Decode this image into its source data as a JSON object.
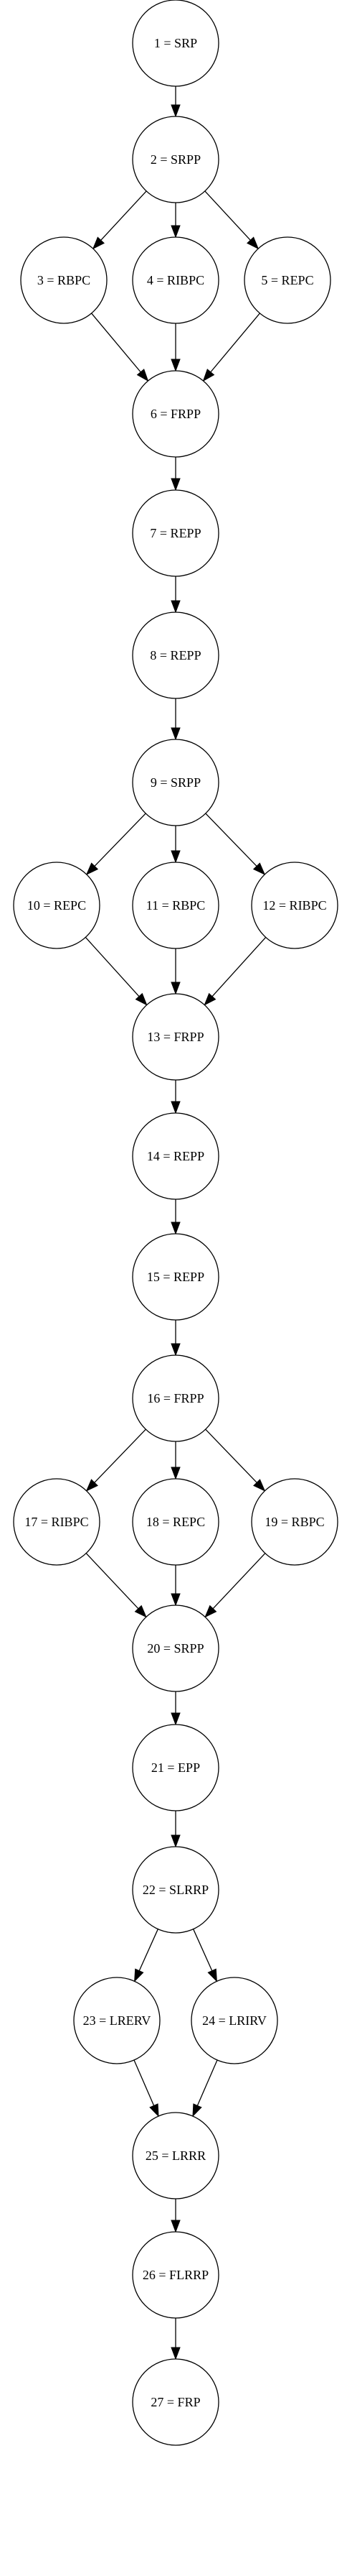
{
  "diagram": {
    "type": "directed-graph",
    "colors": {
      "stroke": "#000000",
      "fill": "#ffffff",
      "text": "#000000"
    },
    "nodes": [
      {
        "id": "n1",
        "label": "1 = SRP"
      },
      {
        "id": "n2",
        "label": "2 = SRPP"
      },
      {
        "id": "n3",
        "label": "3 = RBPC"
      },
      {
        "id": "n4",
        "label": "4 = RIBPC"
      },
      {
        "id": "n5",
        "label": "5 = REPC"
      },
      {
        "id": "n6",
        "label": "6 = FRPP"
      },
      {
        "id": "n7",
        "label": "7 = REPP"
      },
      {
        "id": "n8",
        "label": "8 = REPP"
      },
      {
        "id": "n9",
        "label": "9 = SRPP"
      },
      {
        "id": "n10",
        "label": "10 = REPC"
      },
      {
        "id": "n11",
        "label": "11 = RBPC"
      },
      {
        "id": "n12",
        "label": "12 = RIBPC"
      },
      {
        "id": "n13",
        "label": "13 = FRPP"
      },
      {
        "id": "n14",
        "label": "14 = REPP"
      },
      {
        "id": "n15",
        "label": "15 = REPP"
      },
      {
        "id": "n16",
        "label": "16 = FRPP"
      },
      {
        "id": "n17",
        "label": "17 = RIBPC"
      },
      {
        "id": "n18",
        "label": "18 = REPC"
      },
      {
        "id": "n19",
        "label": "19 = RBPC"
      },
      {
        "id": "n20",
        "label": "20 = SRPP"
      },
      {
        "id": "n21",
        "label": "21 = EPP"
      },
      {
        "id": "n22",
        "label": "22 = SLRRP"
      },
      {
        "id": "n23",
        "label": "23 = LRERV"
      },
      {
        "id": "n24",
        "label": "24 = LRIRV"
      },
      {
        "id": "n25",
        "label": "25 = LRRR"
      },
      {
        "id": "n26",
        "label": "26 = FLRRP"
      },
      {
        "id": "n27",
        "label": "27 = FRP"
      }
    ],
    "edges": [
      {
        "from": "n1",
        "to": "n2"
      },
      {
        "from": "n2",
        "to": "n3"
      },
      {
        "from": "n2",
        "to": "n4"
      },
      {
        "from": "n2",
        "to": "n5"
      },
      {
        "from": "n3",
        "to": "n6"
      },
      {
        "from": "n4",
        "to": "n6"
      },
      {
        "from": "n5",
        "to": "n6"
      },
      {
        "from": "n6",
        "to": "n7"
      },
      {
        "from": "n7",
        "to": "n8"
      },
      {
        "from": "n8",
        "to": "n9"
      },
      {
        "from": "n9",
        "to": "n10"
      },
      {
        "from": "n9",
        "to": "n11"
      },
      {
        "from": "n9",
        "to": "n12"
      },
      {
        "from": "n10",
        "to": "n13"
      },
      {
        "from": "n11",
        "to": "n13"
      },
      {
        "from": "n12",
        "to": "n13"
      },
      {
        "from": "n13",
        "to": "n14"
      },
      {
        "from": "n14",
        "to": "n15"
      },
      {
        "from": "n15",
        "to": "n16"
      },
      {
        "from": "n16",
        "to": "n17"
      },
      {
        "from": "n16",
        "to": "n18"
      },
      {
        "from": "n16",
        "to": "n19"
      },
      {
        "from": "n17",
        "to": "n20"
      },
      {
        "from": "n18",
        "to": "n20"
      },
      {
        "from": "n19",
        "to": "n20"
      },
      {
        "from": "n20",
        "to": "n21"
      },
      {
        "from": "n21",
        "to": "n22"
      },
      {
        "from": "n22",
        "to": "n23"
      },
      {
        "from": "n22",
        "to": "n24"
      },
      {
        "from": "n23",
        "to": "n25"
      },
      {
        "from": "n24",
        "to": "n25"
      },
      {
        "from": "n25",
        "to": "n26"
      },
      {
        "from": "n26",
        "to": "n27"
      }
    ]
  }
}
